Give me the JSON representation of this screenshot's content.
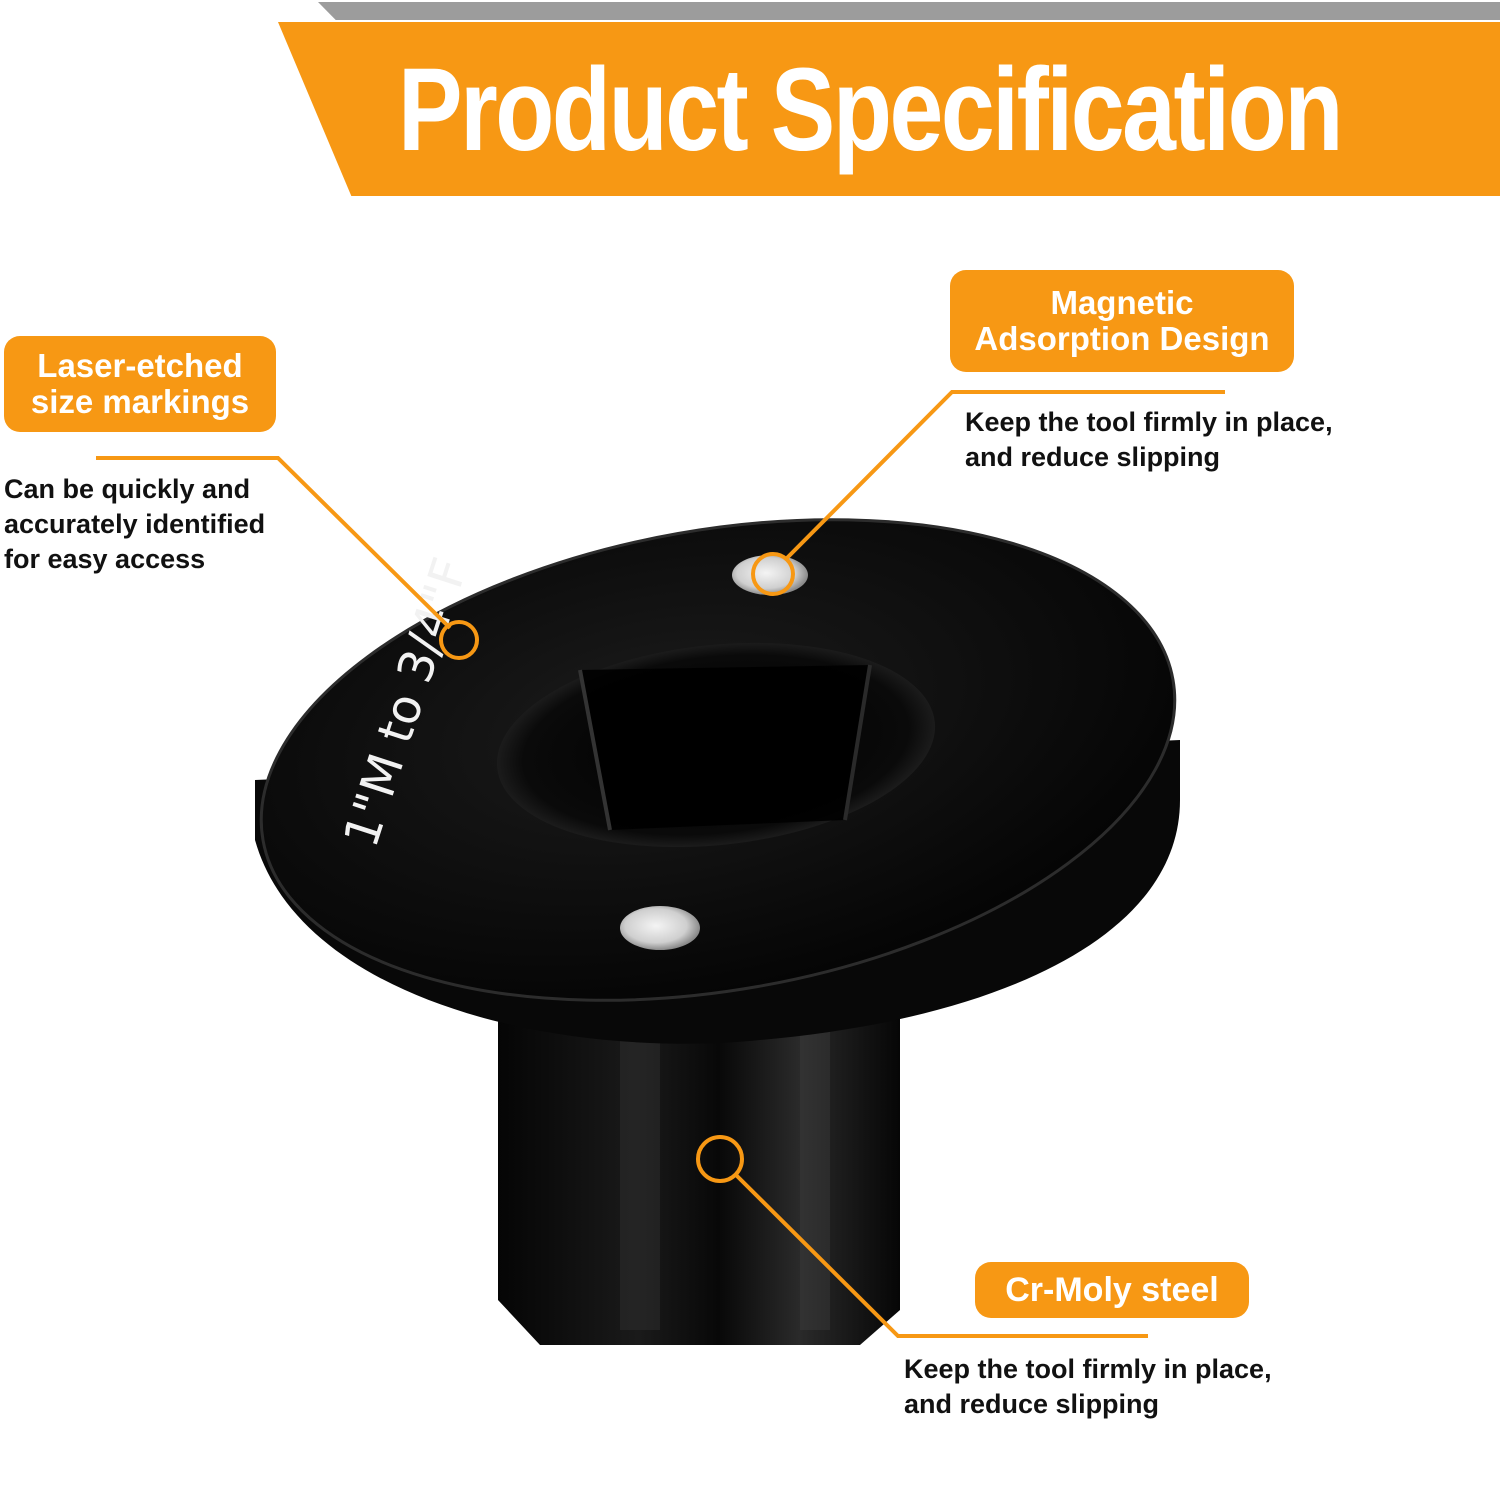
{
  "banner": {
    "title": "Product Specification"
  },
  "product": {
    "etched_text": "1\"M to 3/4\"F"
  },
  "callouts": {
    "laser": {
      "tag_lines": [
        "Laser-etched",
        "size markings"
      ],
      "desc_lines": [
        "Can be quickly and",
        "accurately identified",
        "for easy access"
      ]
    },
    "magnetic": {
      "tag_lines": [
        "Magnetic",
        "Adsorption Design"
      ],
      "desc_lines": [
        "Keep the tool firmly in place,",
        "and reduce slipping"
      ]
    },
    "crmoly": {
      "tag_lines": [
        "Cr-Moly steel"
      ],
      "desc_lines": [
        "Keep the tool firmly in place,",
        "and reduce slipping"
      ]
    }
  },
  "colors": {
    "accent": "#f79814",
    "product": "#0a0a0a",
    "text": "#111111"
  }
}
